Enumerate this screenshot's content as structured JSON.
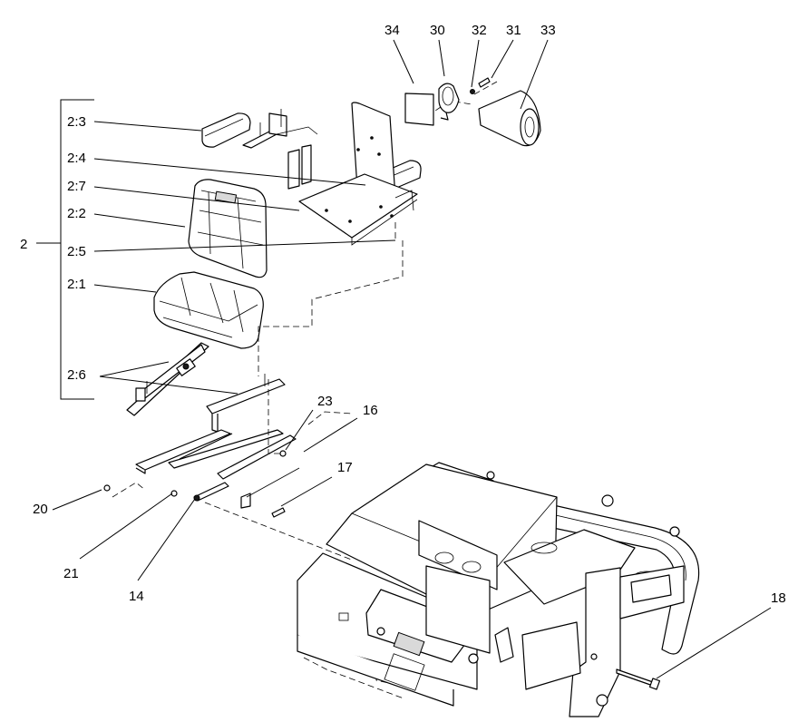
{
  "callouts": {
    "c2": "2",
    "c2_1": "2:1",
    "c2_2": "2:2",
    "c2_3": "2:3",
    "c2_4": "2:4",
    "c2_5": "2:5",
    "c2_6": "2:6",
    "c2_7": "2:7",
    "c14": "14",
    "c16": "16",
    "c17": "17",
    "c18": "18",
    "c20": "20",
    "c21": "21",
    "c23": "23",
    "c30": "30",
    "c31": "31",
    "c32": "32",
    "c33": "33",
    "c34": "34"
  }
}
